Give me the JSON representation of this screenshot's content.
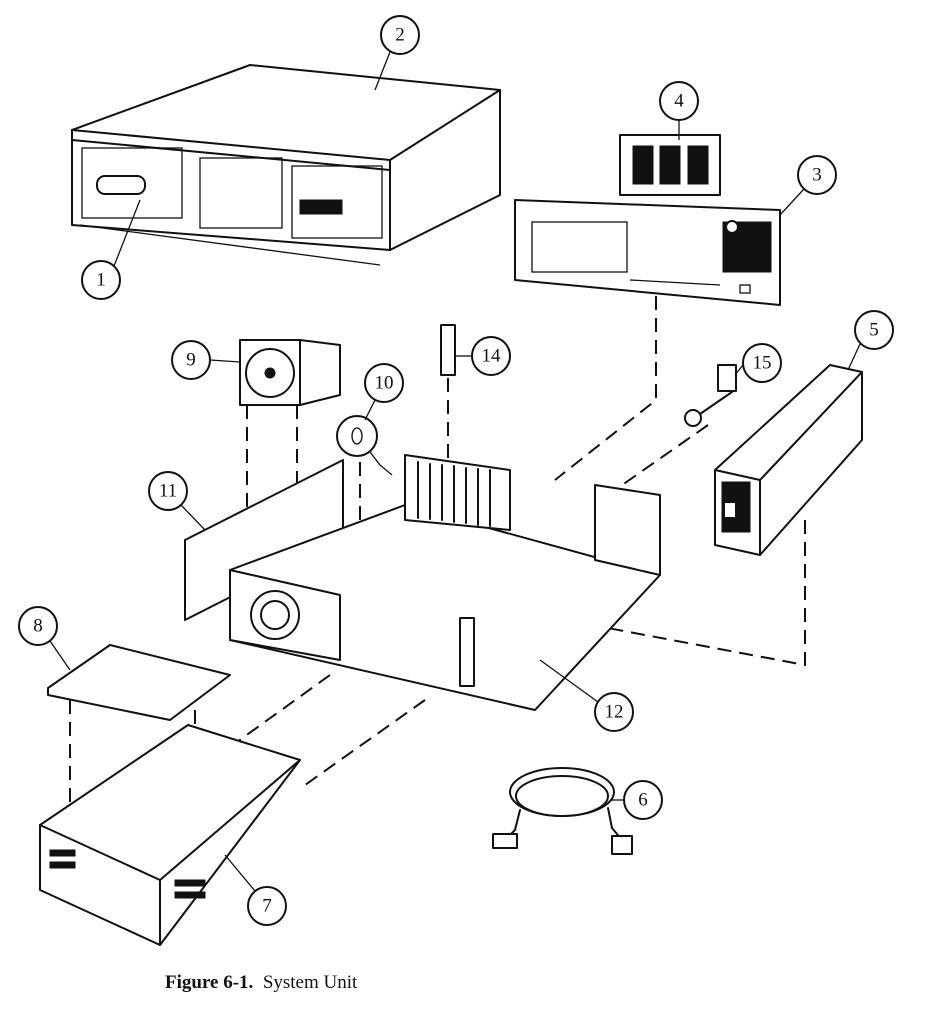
{
  "caption": {
    "figure_label": "Figure 6-1.",
    "title": "System Unit"
  },
  "callouts": [
    "1",
    "2",
    "3",
    "4",
    "5",
    "6",
    "7",
    "8",
    "9",
    "10",
    "11",
    "12",
    "14",
    "15"
  ]
}
